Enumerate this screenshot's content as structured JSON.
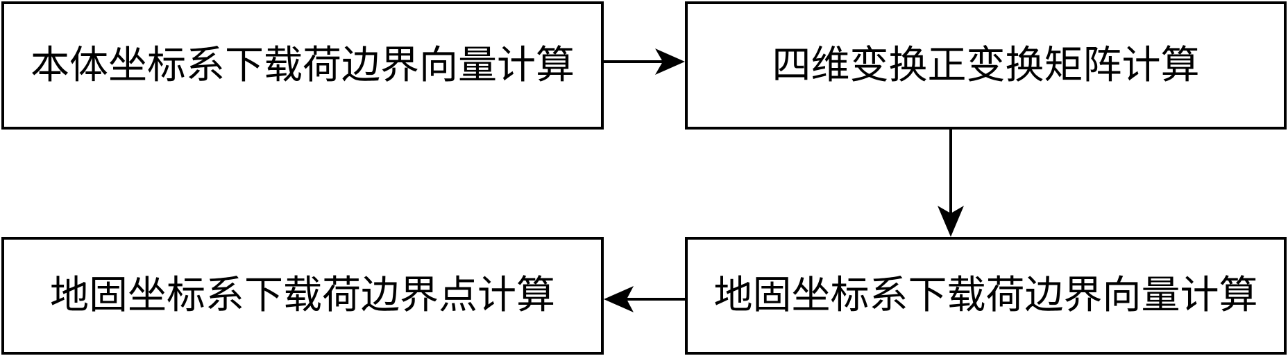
{
  "diagram": {
    "nodes": [
      {
        "id": "b1",
        "label": "本体坐标系下载荷边界向量计算"
      },
      {
        "id": "b2",
        "label": "四维变换正变换矩阵计算"
      },
      {
        "id": "b3",
        "label": "地固坐标系下载荷边界向量计算"
      },
      {
        "id": "b4",
        "label": "地固坐标系下载荷边界点计算"
      }
    ],
    "edges": [
      {
        "from": "b1",
        "to": "b2"
      },
      {
        "from": "b2",
        "to": "b3"
      },
      {
        "from": "b3",
        "to": "b4"
      }
    ]
  }
}
